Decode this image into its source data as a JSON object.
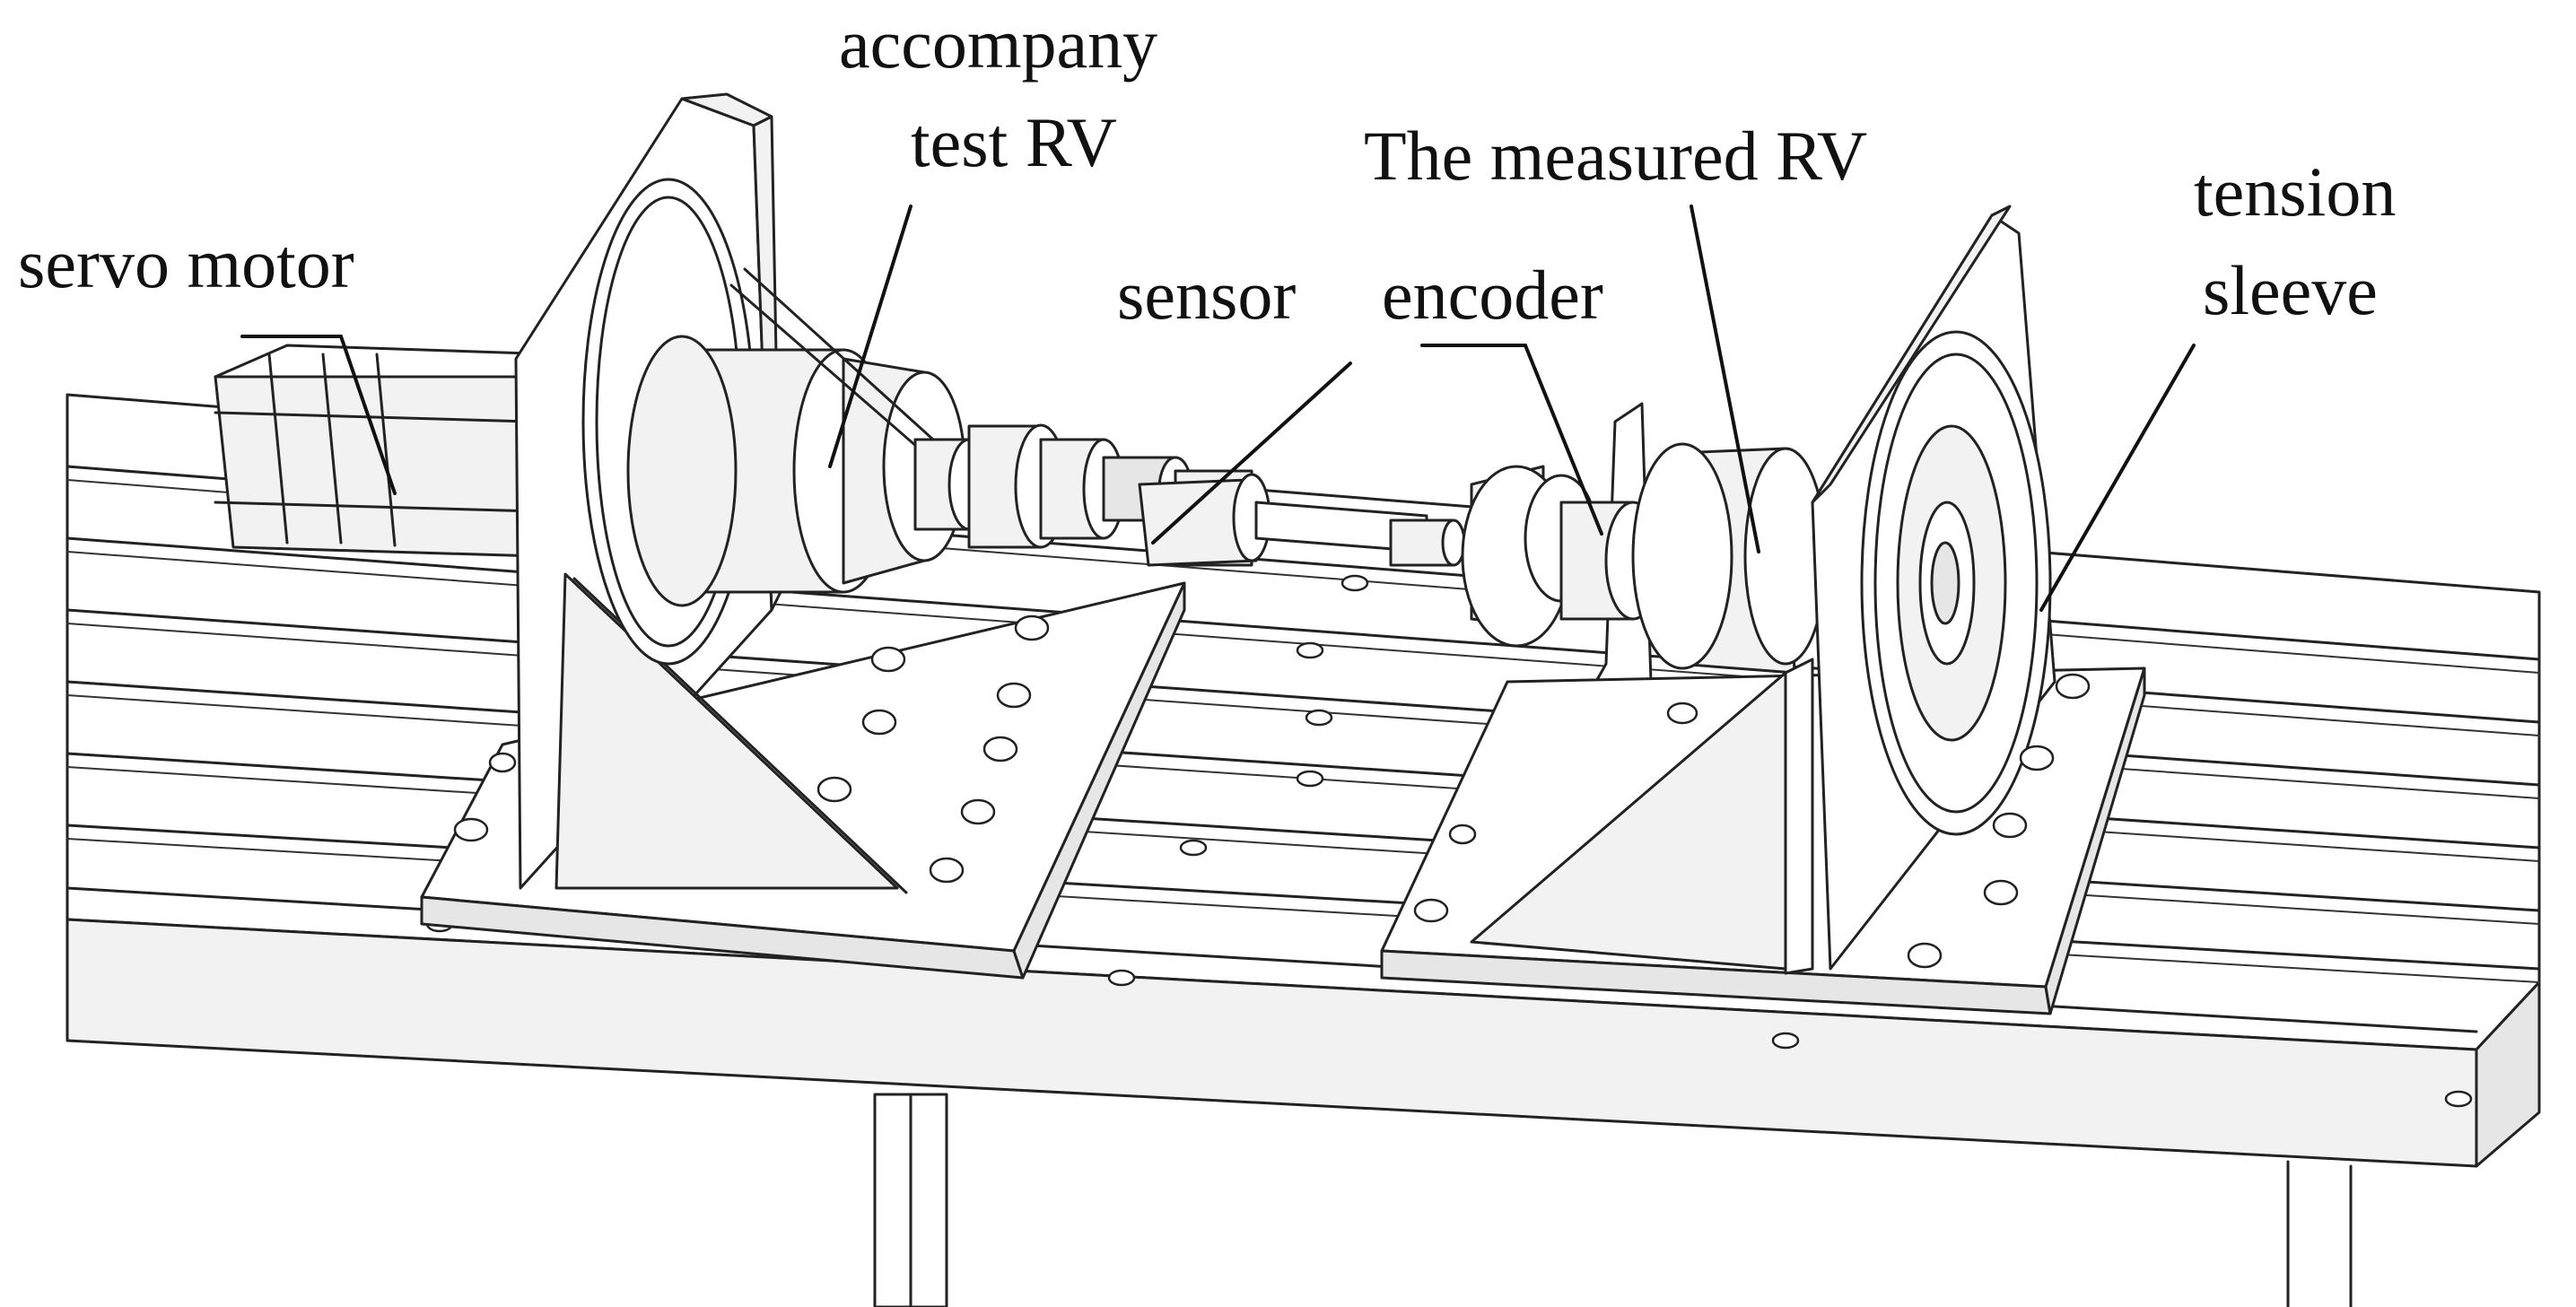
{
  "labels": {
    "accompany_test_rv": {
      "line1": "accompany",
      "line2": "test RV"
    },
    "measured_rv": "The measured RV",
    "tension_sleeve": {
      "line1": "tension",
      "line2": "sleeve"
    },
    "servo_motor": "servo motor",
    "sensor": "sensor",
    "encoder": "encoder"
  }
}
